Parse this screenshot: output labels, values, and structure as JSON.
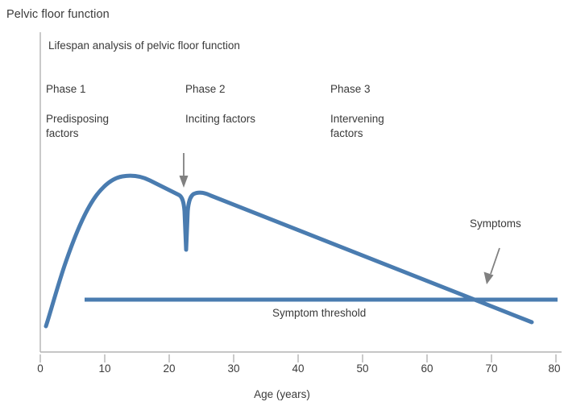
{
  "figure": {
    "caption": "Pelvic floor function",
    "panel_title": "Lifespan analysis of pelvic floor function"
  },
  "phases": [
    {
      "name": "Phase 1",
      "description": "Predisposing\nfactors"
    },
    {
      "name": "Phase 2",
      "description": "Inciting factors"
    },
    {
      "name": "Phase 3",
      "description": "Intervening\nfactors"
    }
  ],
  "annotations": {
    "symptoms": "Symptoms",
    "symptom_threshold": "Symptom threshold"
  },
  "colors": {
    "curve": "#4a7cb0",
    "threshold": "#4a7cb0",
    "arrow": "#808080",
    "axis": "#b4b4b4",
    "text": "#3a3a3a"
  },
  "chart_data": {
    "type": "line",
    "title": "Lifespan analysis of pelvic floor function",
    "xlabel": "Age (years)",
    "ylabel": "",
    "xlim": [
      0,
      80
    ],
    "ylim": [
      0,
      1
    ],
    "grid": false,
    "legend": "none",
    "xticks": [
      0,
      10,
      20,
      30,
      40,
      50,
      60,
      70,
      80
    ],
    "xticklabels": [
      "0",
      "10",
      "20",
      "30",
      "40",
      "50",
      "60",
      "70",
      "80"
    ],
    "series": [
      {
        "name": "Pelvic floor function",
        "type": "line",
        "x": [
          1,
          3,
          5,
          7,
          9,
          11,
          13,
          15,
          17,
          19,
          21,
          22.2,
          22.5,
          22.8,
          24,
          26,
          30,
          35,
          40,
          45,
          50,
          55,
          60,
          65,
          69,
          72,
          76
        ],
        "y": [
          0.08,
          0.26,
          0.42,
          0.56,
          0.66,
          0.73,
          0.76,
          0.765,
          0.76,
          0.75,
          0.735,
          0.72,
          0.27,
          0.58,
          0.7,
          0.685,
          0.66,
          0.625,
          0.59,
          0.555,
          0.52,
          0.485,
          0.45,
          0.415,
          0.39,
          0.37,
          0.345
        ],
        "note": "Rapid rise through childhood, plateau peak at ages 13-16, sharp acute drop at age ~22.5 (childbirth/inciting event), partial recovery, then steady linear decline crossing the symptom threshold near age 69"
      },
      {
        "name": "Symptom threshold",
        "type": "hline",
        "x": [
          7,
          80
        ],
        "y": [
          0.43,
          0.43
        ]
      }
    ],
    "markers": [
      {
        "label": "inciting-event-arrow",
        "x": 22.3,
        "y_from": 0.86,
        "y_to": 0.745,
        "direction": "down"
      },
      {
        "label": "symptoms-arrow",
        "x_from": 71.0,
        "y_from": 0.58,
        "x_to": 69.4,
        "y_to": 0.465,
        "direction": "down-left"
      }
    ],
    "crossing": {
      "series": "Pelvic floor function",
      "threshold": 0.43,
      "age": 69
    }
  }
}
